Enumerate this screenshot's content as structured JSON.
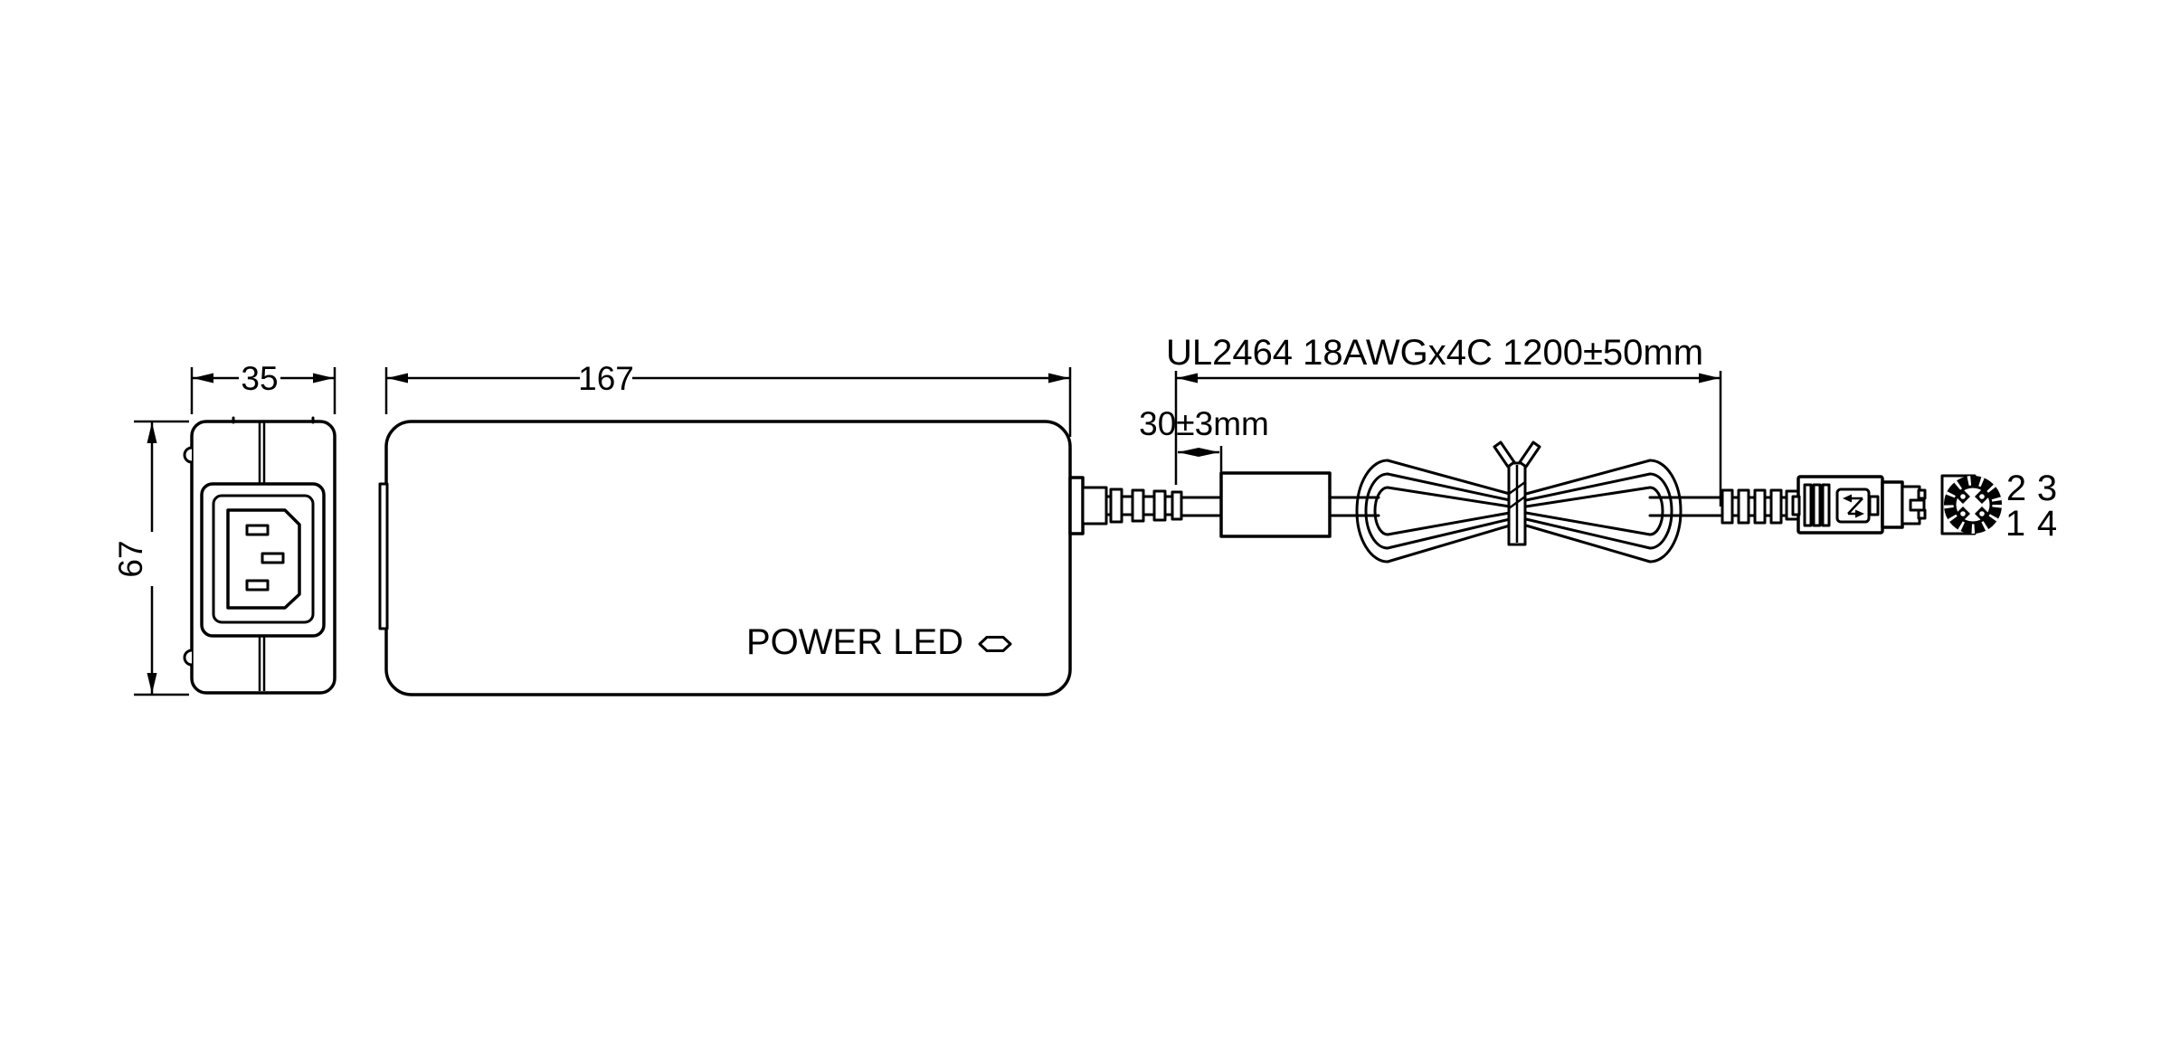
{
  "page": {
    "background": "#ffffff",
    "line_color": "#000000"
  },
  "dimensions": {
    "end_view_width": "35",
    "end_view_height": "67",
    "body_length": "167",
    "cable_spec": "UL2464 18AWGx4C 1200±50mm",
    "ferrite_distance": "30±3mm"
  },
  "side_view": {
    "power_led_label": "POWER LED"
  },
  "connector_face": {
    "pin_top_left": "2",
    "pin_top_right": "3",
    "pin_bottom_left": "1",
    "pin_bottom_right": "4"
  }
}
